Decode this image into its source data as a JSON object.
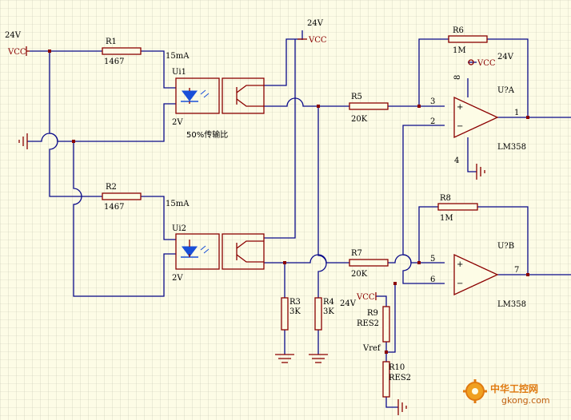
{
  "labels": {
    "vcc": "VCC",
    "v24": "24V",
    "r1_name": "R1",
    "r1_value": "1467",
    "r2_name": "R2",
    "r2_value": "1467",
    "r3_name": "R3",
    "r3_value": "3K",
    "r4_name": "R4",
    "r4_value": "3K",
    "r5_name": "R5",
    "r5_value": "20K",
    "r6_name": "R6",
    "r6_value": "1M",
    "r7_name": "R7",
    "r7_value": "20K",
    "r8_name": "R8",
    "r8_value": "1M",
    "r9_name": "R9",
    "r9_value": "RES2",
    "r10_name": "R10",
    "r10_value": "RES2",
    "vref": "Vref",
    "current1": "15mA",
    "current2": "15mA",
    "ui1": "Ui1",
    "ui2": "Ui2",
    "v2_1": "2V",
    "v2_2": "2V",
    "ctr": "50%传输比",
    "uqa": "U?A",
    "uqb": "U?B",
    "lm358_a": "LM358",
    "lm358_b": "LM358",
    "plus": "+",
    "minus": "−",
    "pin_a3": "3",
    "pin_a2": "2",
    "pin_a1": "1",
    "pin_a4": "4",
    "pin_a8": "8",
    "pin_b5": "5",
    "pin_b6": "6",
    "pin_b7": "7"
  },
  "watermark": {
    "brand": "中华工控网",
    "url": "gkong.com"
  },
  "colors": {
    "background": "#fdfce6",
    "grid": "#c7c7b4",
    "wire": "#0a0a8a",
    "component": "#8b0000",
    "led": "#1a4fd8",
    "junction": "#8b0000"
  }
}
